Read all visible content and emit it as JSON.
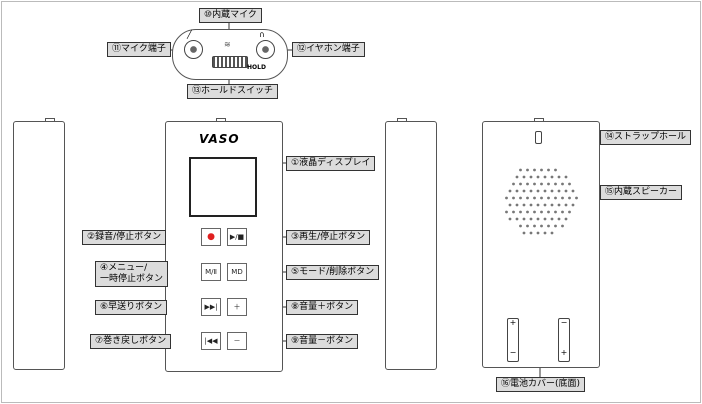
{
  "brand": "VASO",
  "hold_text": "HOLD",
  "labels": {
    "mic_builtin": "⑩内蔵マイク",
    "mic_jack": "⑪マイク端子",
    "earphone_jack": "⑫イヤホン端子",
    "hold_switch": "⑬ホールドスイッチ",
    "lcd": "①液晶ディスプレイ",
    "record_stop": "②録音/停止ボタン",
    "play_stop": "③再生/停止ボタン",
    "menu_line1": "④メニュー/",
    "menu_line2": "一時停止ボタン",
    "mode_delete": "⑤モード/削除ボタン",
    "fast_forward": "⑥早送りボタン",
    "vol_up": "⑧音量＋ボタン",
    "rewind": "⑦巻き戻しボタン",
    "vol_down": "⑨音量－ボタン",
    "strap_hole": "⑭ストラップホール",
    "speaker": "⑮内蔵スピーカー",
    "battery_cover": "⑯電池カバー(底面)"
  },
  "buttons": {
    "record": "●",
    "play": "▶/■",
    "menu": "M/Ⅱ",
    "mode": "MD",
    "ff": "▶▶|",
    "plus": "＋",
    "rew": "|◀◀",
    "minus": "－"
  },
  "battery_signs": {
    "plus": "+",
    "minus": "−"
  },
  "colors": {
    "label_bg": "#dcdcdc",
    "record_red": "#e02020"
  }
}
